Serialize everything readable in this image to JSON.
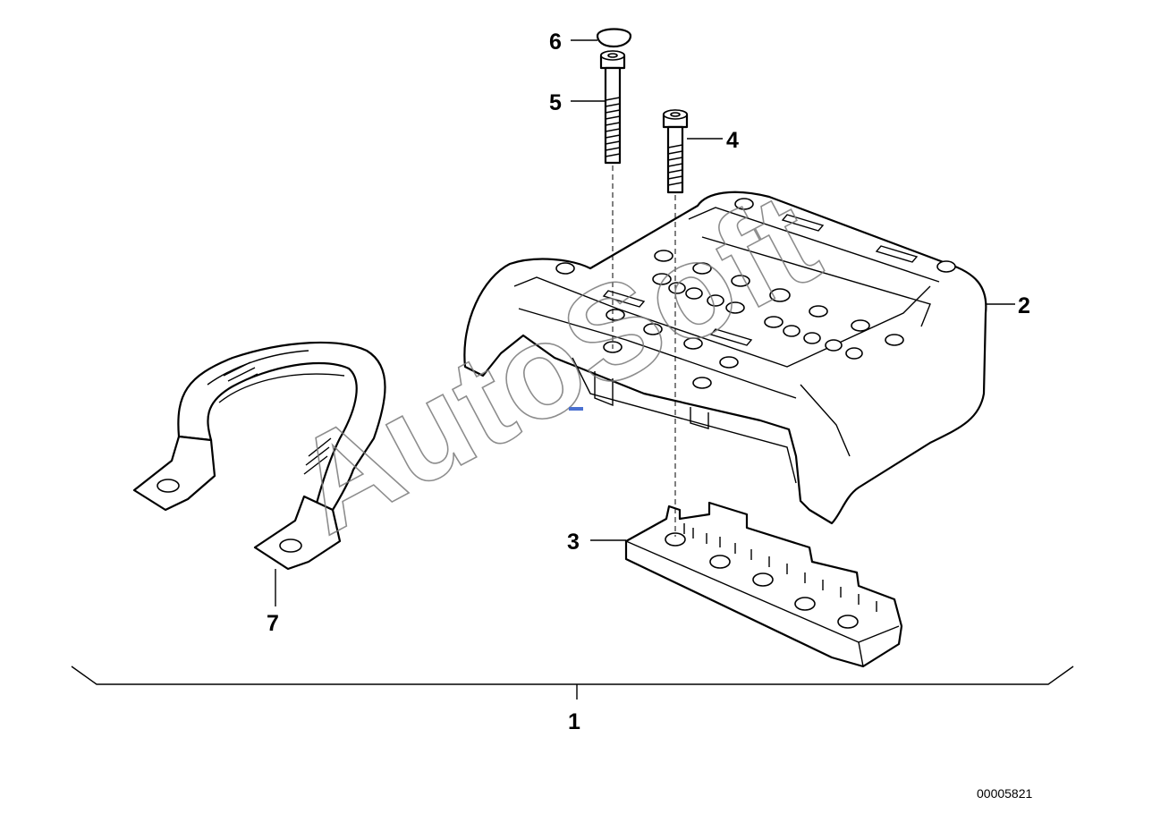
{
  "callouts": [
    {
      "id": "1",
      "text": "1"
    },
    {
      "id": "2",
      "text": "2"
    },
    {
      "id": "3",
      "text": "3"
    },
    {
      "id": "4",
      "text": "4"
    },
    {
      "id": "5",
      "text": "5"
    },
    {
      "id": "6",
      "text": "6"
    },
    {
      "id": "7",
      "text": "7"
    }
  ],
  "reference_number": "00005821",
  "watermark": "AutoSoft"
}
